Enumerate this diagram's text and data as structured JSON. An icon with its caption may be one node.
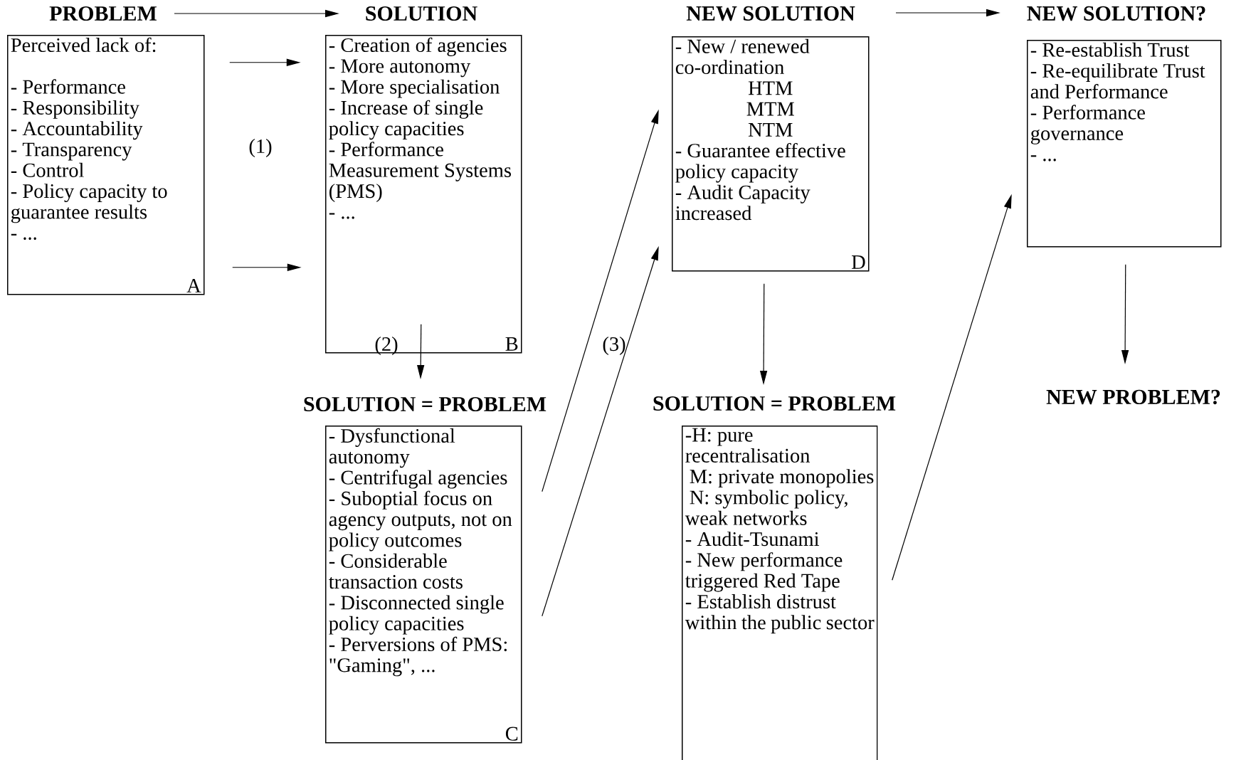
{
  "diagram": {
    "nodes": [
      {
        "text": [
          "PROBLEM"
        ]
      },
      {
        "text": [
          "Perceived lack of:",
          "- Performance",
          "- Responsibility",
          "- Accountability",
          "- Transparency",
          "- Control",
          "- Policy capacity to guarantee results",
          "- ...",
          "A"
        ]
      },
      {
        "text": [
          "SOLUTION"
        ]
      },
      {
        "text": [
          "- Creation of agencies",
          "- More autonomy",
          "- More specialisation",
          "- Increase of single policy capacities",
          "- Performance Measurement Systems (PMS)",
          "- ...",
          "B"
        ]
      },
      {
        "text": [
          "SOLUTION = PROBLEM"
        ]
      },
      {
        "text": [
          "- Dysfunctional autonomy",
          "- Centrifugal agencies",
          "- Suboptial focus on agency outputs, not on policy outcomes",
          "- Considerable transaction costs",
          "- Disconnected single policy capacities",
          "- Perversions of PMS: \"Gaming\", ...",
          "C"
        ]
      },
      {
        "text": [
          "NEW SOLUTION"
        ]
      },
      {
        "text": [
          "- New / renewed co-ordination",
          "HTM",
          "MTM",
          "NTM",
          "- Guarantee effective policy capacity",
          "- Audit Capacity increased",
          "D"
        ]
      },
      {
        "text": [
          "SOLUTION = PROBLEM"
        ]
      },
      {
        "text": [
          "-H: pure recentralisation",
          "M: private monopolies",
          "N: symbolic policy, weak networks",
          "- Audit-Tsunami",
          "- New performance triggered Red Tape",
          "- Establish distrust within the public sector"
        ]
      },
      {
        "text": [
          "NEW SOLUTION?"
        ]
      },
      {
        "text": [
          "- Re-establish Trust",
          "- Re-equilibrate Trust and Performance",
          "- Performance governance",
          "- ..."
        ]
      },
      {
        "text": [
          "NEW PROBLEM?"
        ]
      }
    ],
    "edges": [
      {
        "from": 0,
        "to": 2,
        "arrow": "to"
      },
      {
        "from": 1,
        "to": 3,
        "arrow": "to"
      },
      {
        "from": 1,
        "to": 3,
        "arrow": "to"
      },
      {
        "from": 3,
        "to": 4,
        "arrow": "to"
      },
      {
        "from": 5,
        "to": 7,
        "arrow": "to"
      },
      {
        "from": 5,
        "to": 7,
        "arrow": "to"
      },
      {
        "from": 6,
        "to": 10,
        "arrow": "to"
      },
      {
        "from": 7,
        "to": 8,
        "arrow": "to"
      },
      {
        "from": 9,
        "to": 11,
        "arrow": "to"
      },
      {
        "from": 11,
        "to": 12,
        "arrow": "to"
      }
    ],
    "labels": [
      "(1)",
      "(2)",
      "(3)"
    ]
  }
}
